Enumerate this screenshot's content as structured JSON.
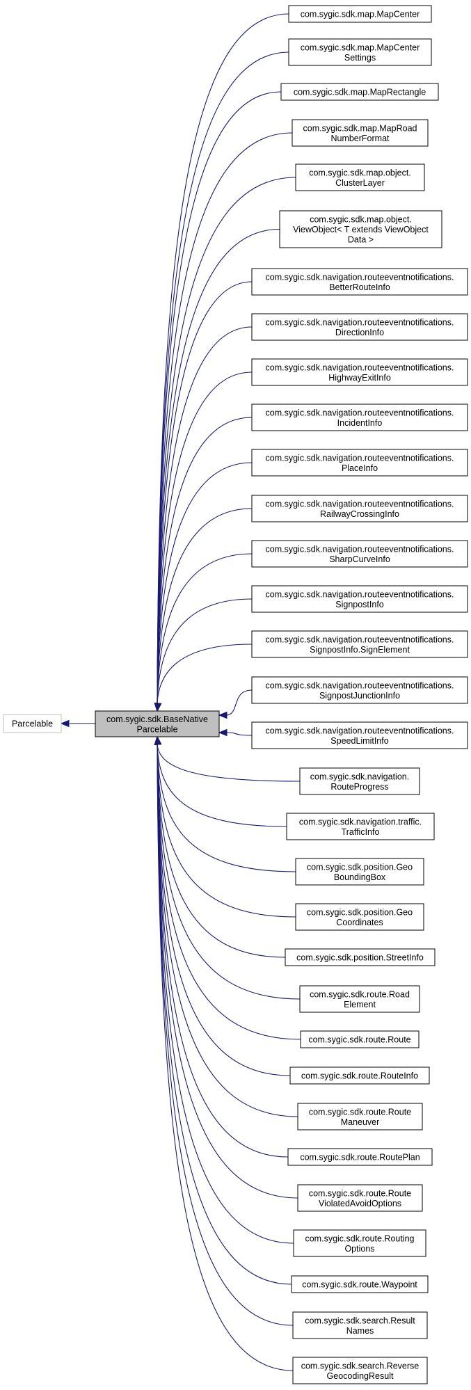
{
  "diagram": {
    "external_base": "Parcelable",
    "base": [
      "com.sygic.sdk.BaseNative",
      "Parcelable"
    ],
    "subclasses": [
      [
        "com.sygic.sdk.map.MapCenter"
      ],
      [
        "com.sygic.sdk.map.MapCenter",
        "Settings"
      ],
      [
        "com.sygic.sdk.map.MapRectangle"
      ],
      [
        "com.sygic.sdk.map.MapRoad",
        "NumberFormat"
      ],
      [
        "com.sygic.sdk.map.object.",
        "ClusterLayer"
      ],
      [
        "com.sygic.sdk.map.object.",
        "ViewObject< T extends ViewObject",
        "Data >"
      ],
      [
        "com.sygic.sdk.navigation.routeeventnotifications.",
        "BetterRouteInfo"
      ],
      [
        "com.sygic.sdk.navigation.routeeventnotifications.",
        "DirectionInfo"
      ],
      [
        "com.sygic.sdk.navigation.routeeventnotifications.",
        "HighwayExitInfo"
      ],
      [
        "com.sygic.sdk.navigation.routeeventnotifications.",
        "IncidentInfo"
      ],
      [
        "com.sygic.sdk.navigation.routeeventnotifications.",
        "PlaceInfo"
      ],
      [
        "com.sygic.sdk.navigation.routeeventnotifications.",
        "RailwayCrossingInfo"
      ],
      [
        "com.sygic.sdk.navigation.routeeventnotifications.",
        "SharpCurveInfo"
      ],
      [
        "com.sygic.sdk.navigation.routeeventnotifications.",
        "SignpostInfo"
      ],
      [
        "com.sygic.sdk.navigation.routeeventnotifications.",
        "SignpostInfo.SignElement"
      ],
      [
        "com.sygic.sdk.navigation.routeeventnotifications.",
        "SignpostJunctionInfo"
      ],
      [
        "com.sygic.sdk.navigation.routeeventnotifications.",
        "SpeedLimitInfo"
      ],
      [
        "com.sygic.sdk.navigation.",
        "RouteProgress"
      ],
      [
        "com.sygic.sdk.navigation.traffic.",
        "TrafficInfo"
      ],
      [
        "com.sygic.sdk.position.Geo",
        "BoundingBox"
      ],
      [
        "com.sygic.sdk.position.Geo",
        "Coordinates"
      ],
      [
        "com.sygic.sdk.position.StreetInfo"
      ],
      [
        "com.sygic.sdk.route.Road",
        "Element"
      ],
      [
        "com.sygic.sdk.route.Route"
      ],
      [
        "com.sygic.sdk.route.RouteInfo"
      ],
      [
        "com.sygic.sdk.route.Route",
        "Maneuver"
      ],
      [
        "com.sygic.sdk.route.RoutePlan"
      ],
      [
        "com.sygic.sdk.route.Route",
        "ViolatedAvoidOptions"
      ],
      [
        "com.sygic.sdk.route.Routing",
        "Options"
      ],
      [
        "com.sygic.sdk.route.Waypoint"
      ],
      [
        "com.sygic.sdk.search.Result",
        "Names"
      ],
      [
        "com.sygic.sdk.search.Reverse",
        "GeocodingResult"
      ]
    ]
  }
}
